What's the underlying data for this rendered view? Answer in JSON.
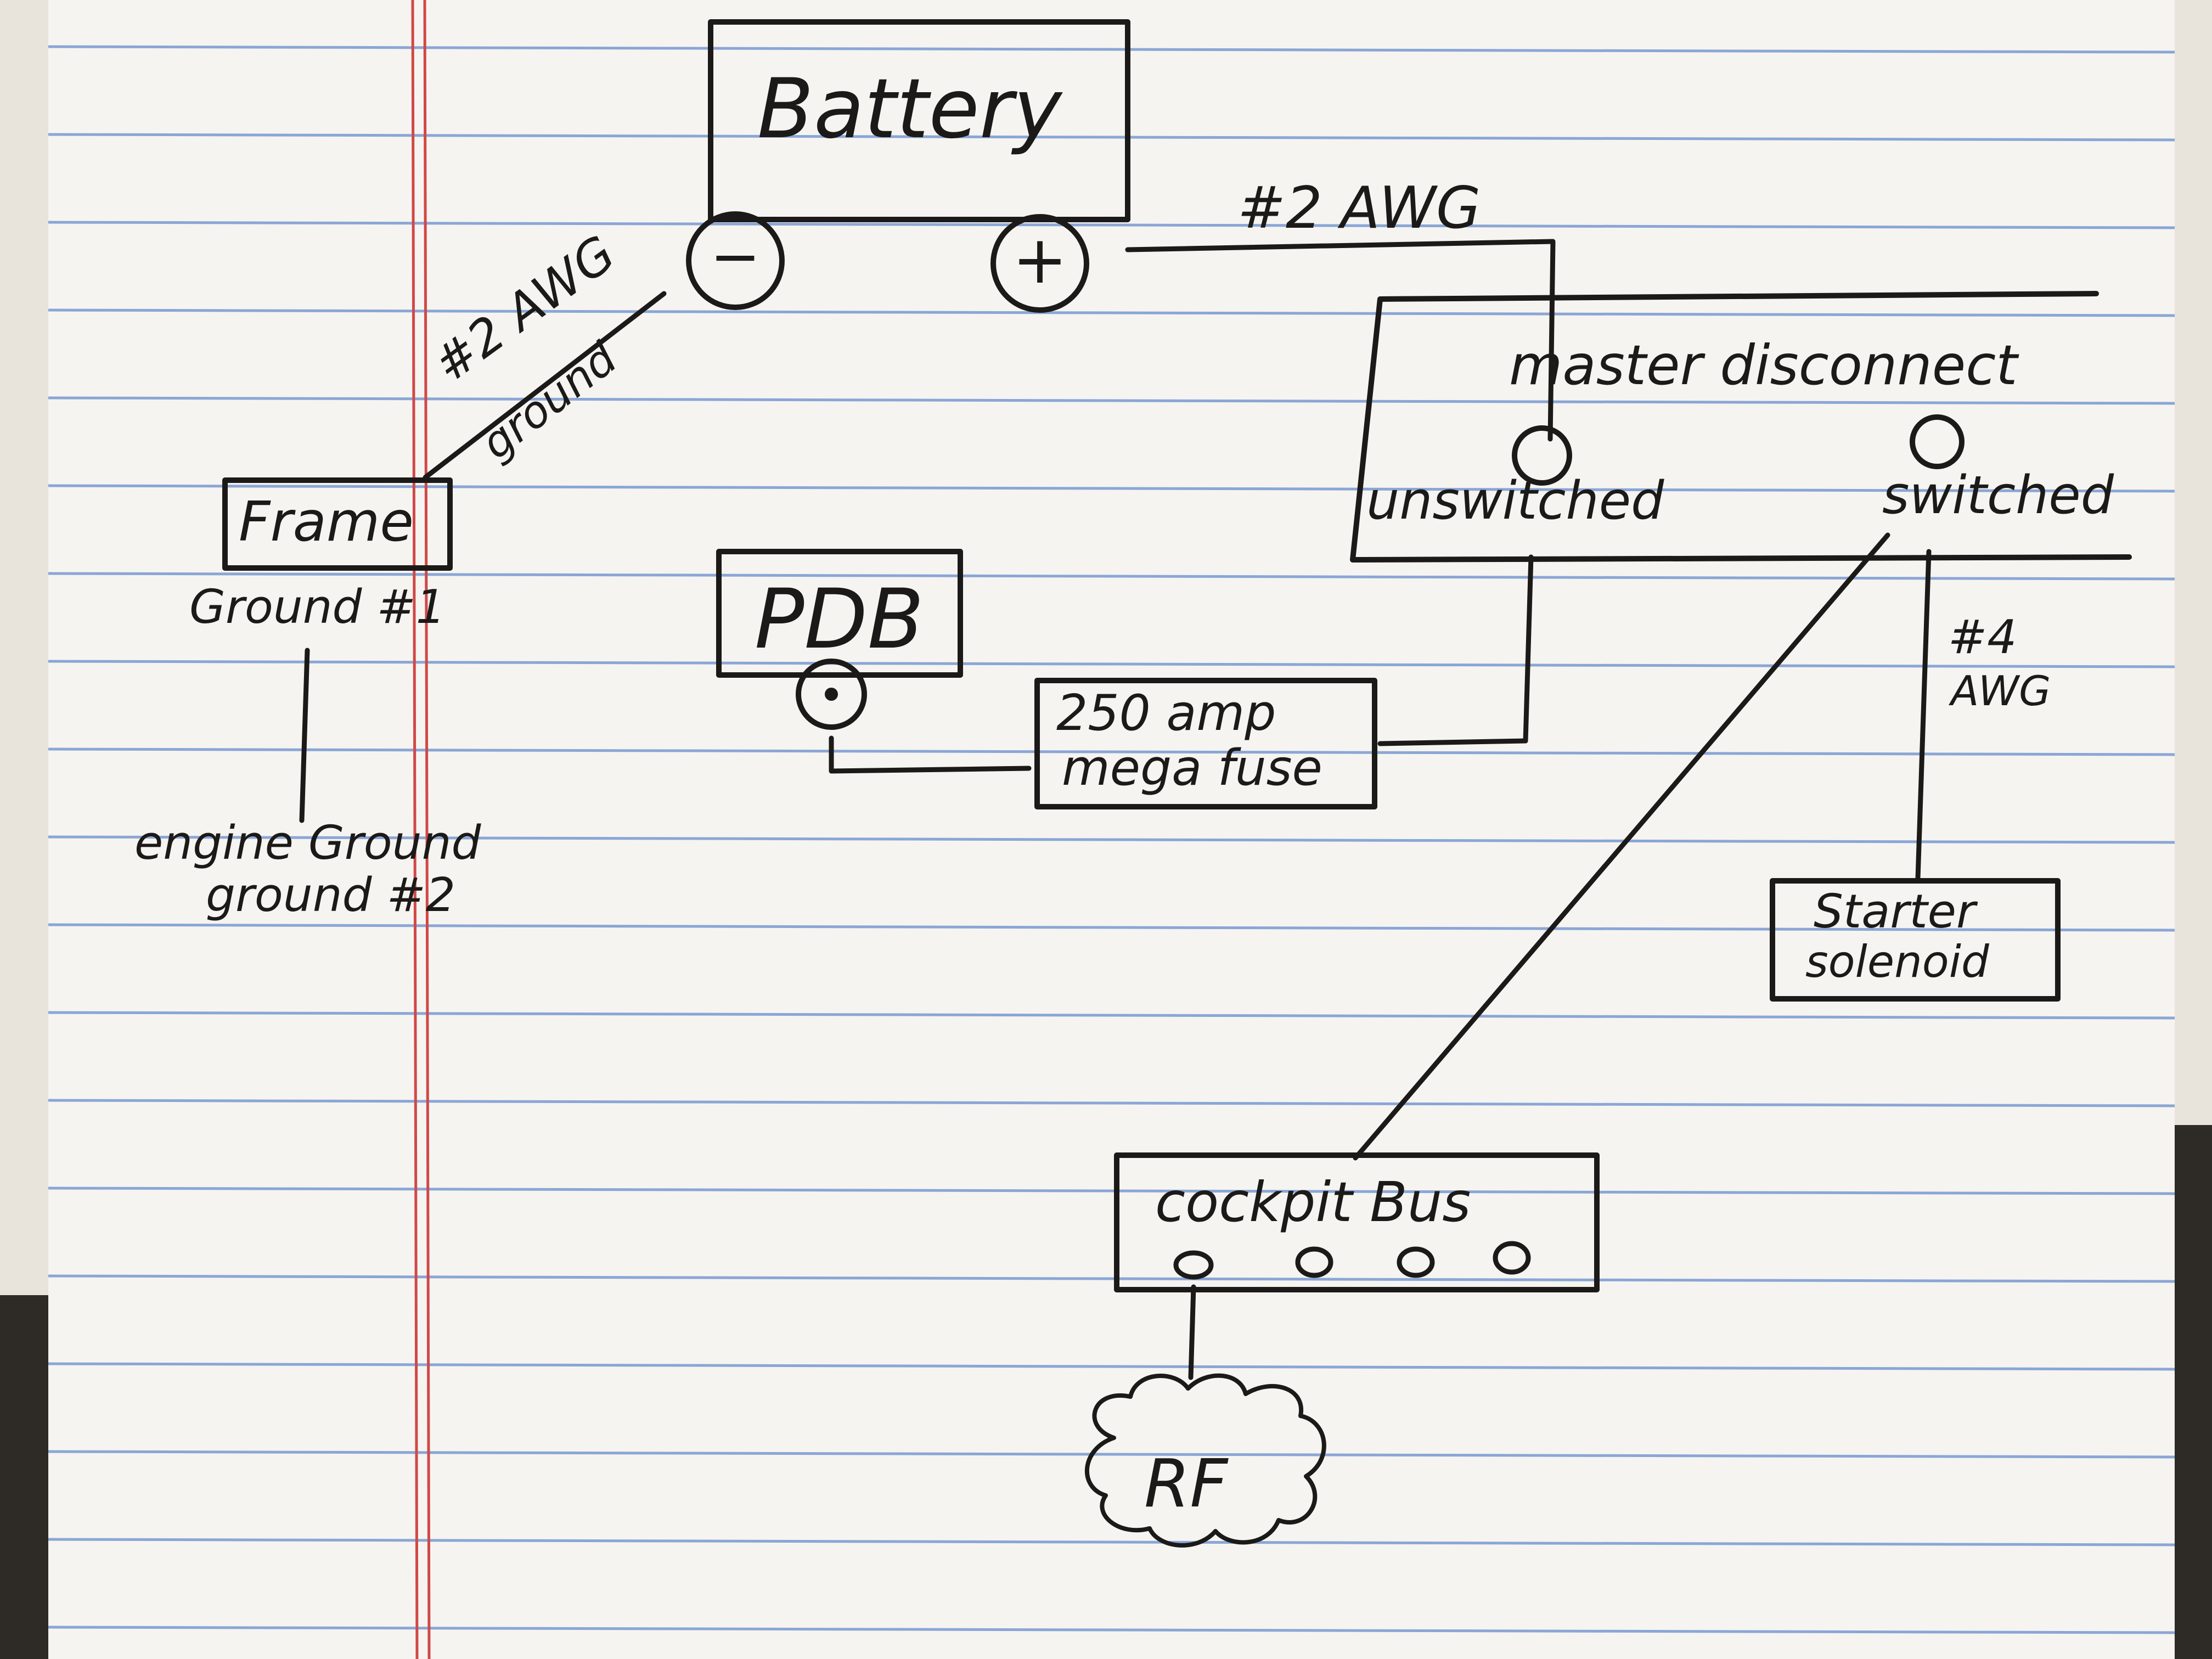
{
  "diagram": {
    "battery": {
      "label": "Battery",
      "negative": "−",
      "positive": "+"
    },
    "wire_battery_to_disconnect": "#2 AWG",
    "ground_wire": {
      "gauge": "#2 AWG",
      "type": "ground"
    },
    "frame": {
      "label": "Frame",
      "sublabel": "Ground #1"
    },
    "engine_ground": {
      "line1": "engine Ground",
      "line2": "ground #2"
    },
    "pdb": {
      "label": "PDB"
    },
    "mega_fuse": {
      "line1": "250 amp",
      "line2": "mega fuse"
    },
    "master_disconnect": {
      "label": "master disconnect",
      "unswitched": "unswitched",
      "switched": "switched"
    },
    "wire_to_starter": {
      "gauge": "#4",
      "unit": "AWG"
    },
    "starter_solenoid": {
      "line1": "Starter",
      "line2": "solenoid"
    },
    "cockpit_bus": {
      "label": "cockpit Bus"
    },
    "rf": {
      "label": "RF"
    }
  }
}
